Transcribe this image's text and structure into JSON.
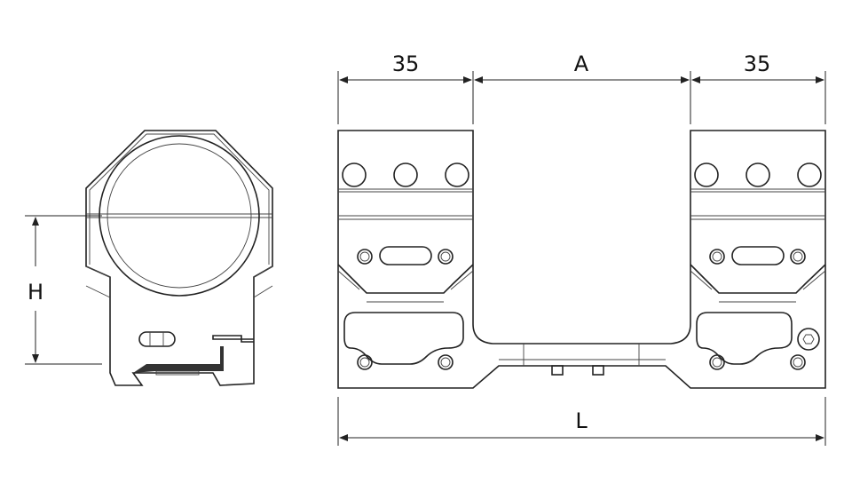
{
  "dimensions": {
    "left_ring_width": "35",
    "ring_spacing": "A",
    "right_ring_width": "35",
    "overall_length": "L",
    "height": "H"
  },
  "colors": {
    "line": "#222222",
    "background": "#ffffff"
  }
}
